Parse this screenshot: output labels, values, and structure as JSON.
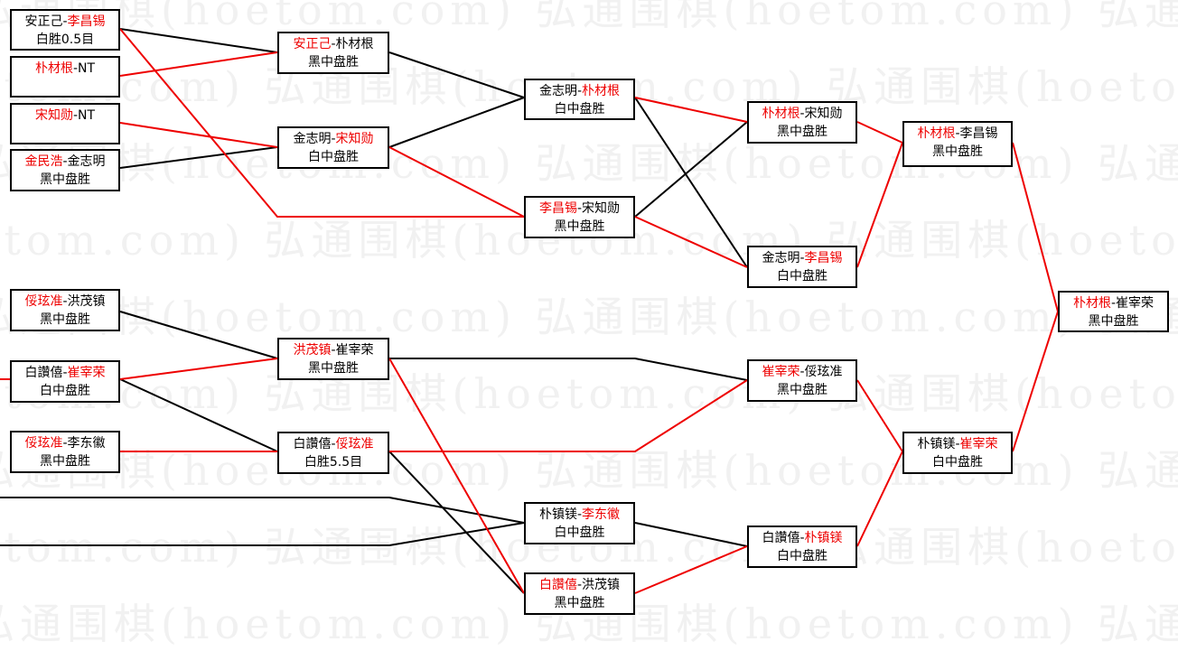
{
  "watermark": "弘通围棋(hoetom.com)",
  "colors": {
    "winner": "#e00000",
    "line_black": "#000000",
    "line_red": "#e00000"
  },
  "matches": [
    {
      "id": "A",
      "p1": "安正己",
      "p2": "李昌锡",
      "winner": 2,
      "result": "白胜0.5目"
    },
    {
      "id": "B",
      "p1": "朴材根",
      "p2": "NT",
      "winner": 1,
      "result": ""
    },
    {
      "id": "C",
      "p1": "宋知勋",
      "p2": "NT",
      "winner": 1,
      "result": ""
    },
    {
      "id": "D",
      "p1": "金民浩",
      "p2": "金志明",
      "winner": 1,
      "result": "黑中盘胜"
    },
    {
      "id": "E",
      "p1": "俀玹准",
      "p2": "洪茂镇",
      "winner": 1,
      "result": "黑中盘胜"
    },
    {
      "id": "F",
      "p1": "白讚僖",
      "p2": "崔宰荣",
      "winner": 2,
      "result": "白中盘胜"
    },
    {
      "id": "G",
      "p1": "俀玹准",
      "p2": "李东徽",
      "winner": 1,
      "result": "黑中盘胜"
    },
    {
      "id": "H",
      "p1": "安正己",
      "p2": "朴材根",
      "winner": 1,
      "result": "黑中盘胜"
    },
    {
      "id": "I",
      "p1": "金志明",
      "p2": "宋知勋",
      "winner": 2,
      "result": "白中盘胜"
    },
    {
      "id": "J",
      "p1": "洪茂镇",
      "p2": "崔宰荣",
      "winner": 1,
      "result": "黑中盘胜"
    },
    {
      "id": "K",
      "p1": "白讚僖",
      "p2": "俀玹准",
      "winner": 2,
      "result": "白胜5.5目"
    },
    {
      "id": "L",
      "p1": "金志明",
      "p2": "朴材根",
      "winner": 2,
      "result": "白中盘胜"
    },
    {
      "id": "M",
      "p1": "李昌锡",
      "p2": "宋知勋",
      "winner": 1,
      "result": "黑中盘胜"
    },
    {
      "id": "N",
      "p1": "朴镇镁",
      "p2": "李东徽",
      "winner": 2,
      "result": "白中盘胜"
    },
    {
      "id": "O",
      "p1": "白讚僖",
      "p2": "洪茂镇",
      "winner": 1,
      "result": "黑中盘胜"
    },
    {
      "id": "P",
      "p1": "朴材根",
      "p2": "宋知勋",
      "winner": 1,
      "result": "黑中盘胜"
    },
    {
      "id": "Q",
      "p1": "金志明",
      "p2": "李昌锡",
      "winner": 2,
      "result": "白中盘胜"
    },
    {
      "id": "R",
      "p1": "崔宰荣",
      "p2": "俀玹准",
      "winner": 1,
      "result": "黑中盘胜"
    },
    {
      "id": "S",
      "p1": "白讚僖",
      "p2": "朴镇镁",
      "winner": 2,
      "result": "白中盘胜"
    },
    {
      "id": "T",
      "p1": "朴材根",
      "p2": "李昌锡",
      "winner": 1,
      "result": "黑中盘胜"
    },
    {
      "id": "U",
      "p1": "朴镇镁",
      "p2": "崔宰荣",
      "winner": 2,
      "result": "白中盘胜"
    },
    {
      "id": "V",
      "p1": "朴材根",
      "p2": "崔宰荣",
      "winner": 1,
      "result": "黑中盘胜"
    }
  ]
}
